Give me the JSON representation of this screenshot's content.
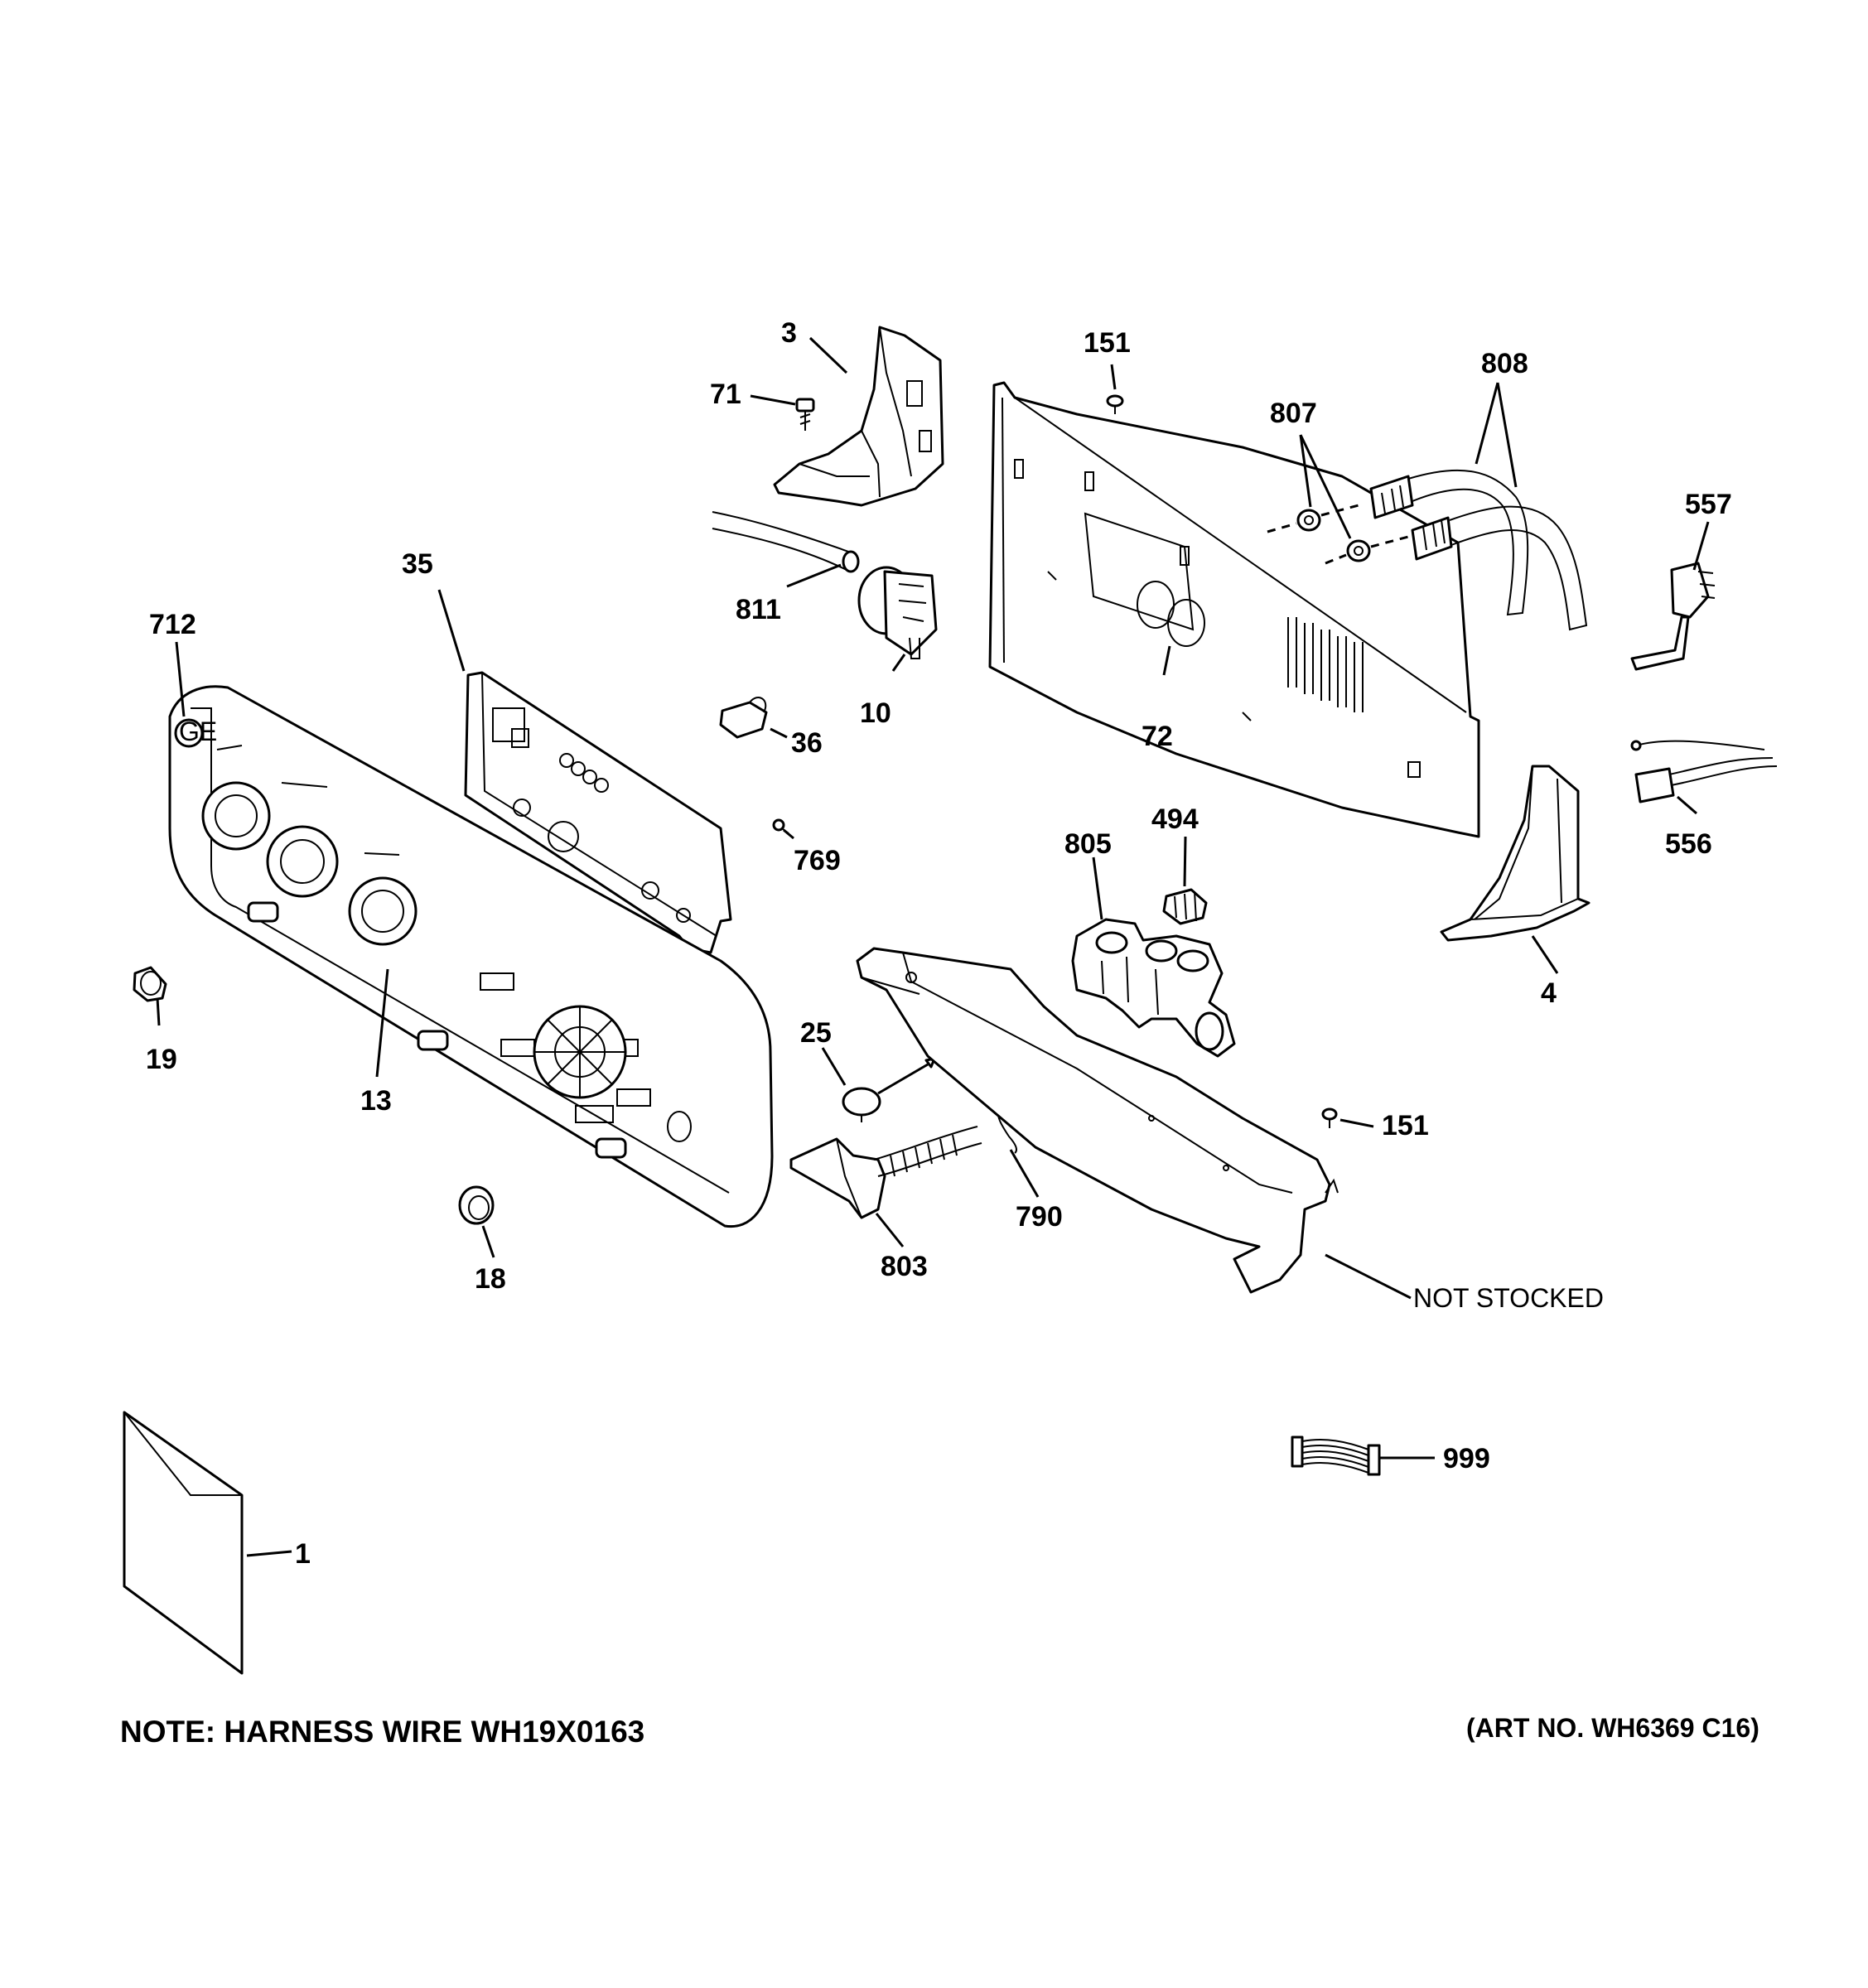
{
  "labels": {
    "p3": "3",
    "p71": "71",
    "p151a": "151",
    "p807": "807",
    "p808": "808",
    "p557": "557",
    "p811": "811",
    "p35": "35",
    "p712": "712",
    "p10": "10",
    "p72": "72",
    "p36": "36",
    "p769": "769",
    "p494": "494",
    "p805": "805",
    "p556": "556",
    "p4": "4",
    "p25": "25",
    "p19": "19",
    "p13": "13",
    "p151b": "151",
    "p790": "790",
    "p803": "803",
    "p18": "18",
    "not_stocked": "NOT STOCKED",
    "p999": "999",
    "p1": "1"
  },
  "notes": {
    "harness": "NOTE: HARNESS WIRE WH19X0163",
    "art_no": "(ART NO. WH6369 C16)"
  }
}
